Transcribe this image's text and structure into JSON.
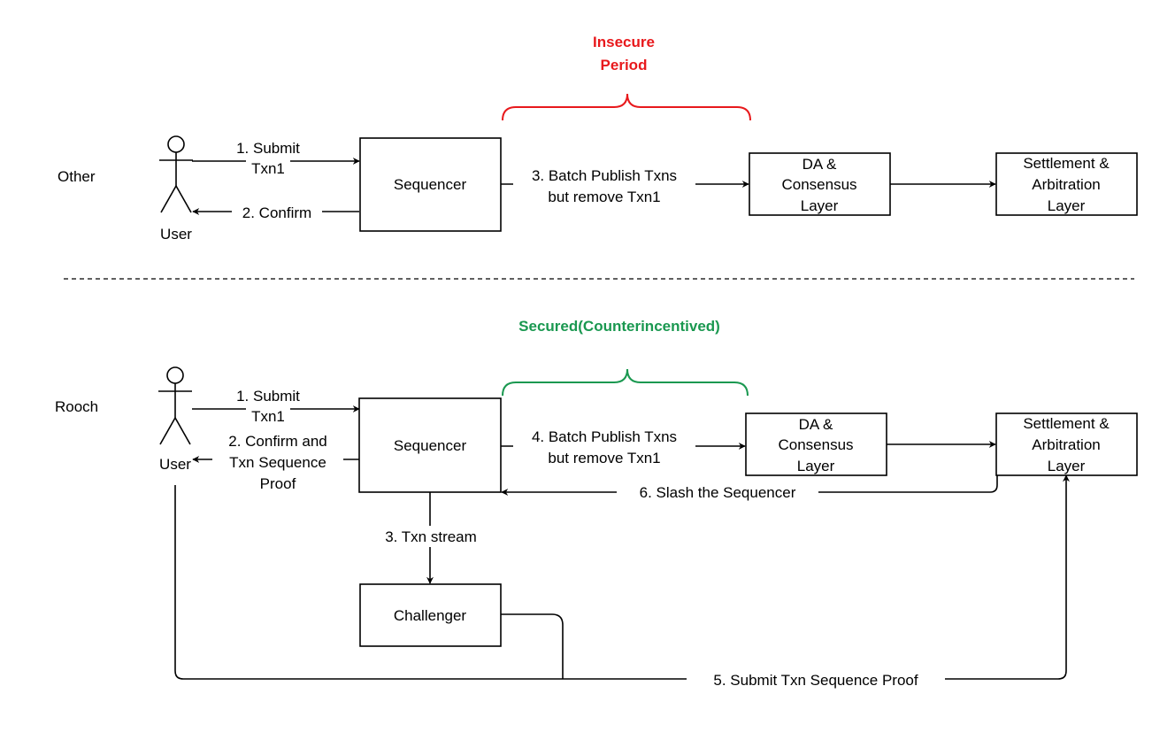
{
  "other": {
    "section_label": "Other",
    "user_label": "User",
    "period_label": [
      "Insecure",
      "Period"
    ],
    "period_color": "#e8191c",
    "sequencer": "Sequencer",
    "da_layer": [
      "DA &",
      "Consensus",
      "Layer"
    ],
    "settlement": [
      "Settlement &",
      "Arbitration",
      "Layer"
    ],
    "edges": {
      "submit": [
        "1. Submit",
        "Txn1"
      ],
      "confirm": "2. Confirm",
      "publish": [
        "3. Batch Publish Txns",
        "but remove Txn1"
      ]
    }
  },
  "rooch": {
    "section_label": "Rooch",
    "user_label": "User",
    "period_label": "Secured(Counterincentived)",
    "period_color": "#1a9850",
    "sequencer": "Sequencer",
    "challenger": "Challenger",
    "da_layer": [
      "DA &",
      "Consensus",
      "Layer"
    ],
    "settlement": [
      "Settlement &",
      "Arbitration",
      "Layer"
    ],
    "edges": {
      "submit": [
        "1. Submit",
        "Txn1"
      ],
      "confirm": [
        "2. Confirm and",
        "Txn Sequence",
        "Proof"
      ],
      "stream": "3. Txn stream",
      "publish": [
        "4. Batch Publish Txns",
        "but remove Txn1"
      ],
      "submit_proof": "5. Submit Txn Sequence Proof",
      "slash": "6. Slash the Sequencer"
    }
  }
}
